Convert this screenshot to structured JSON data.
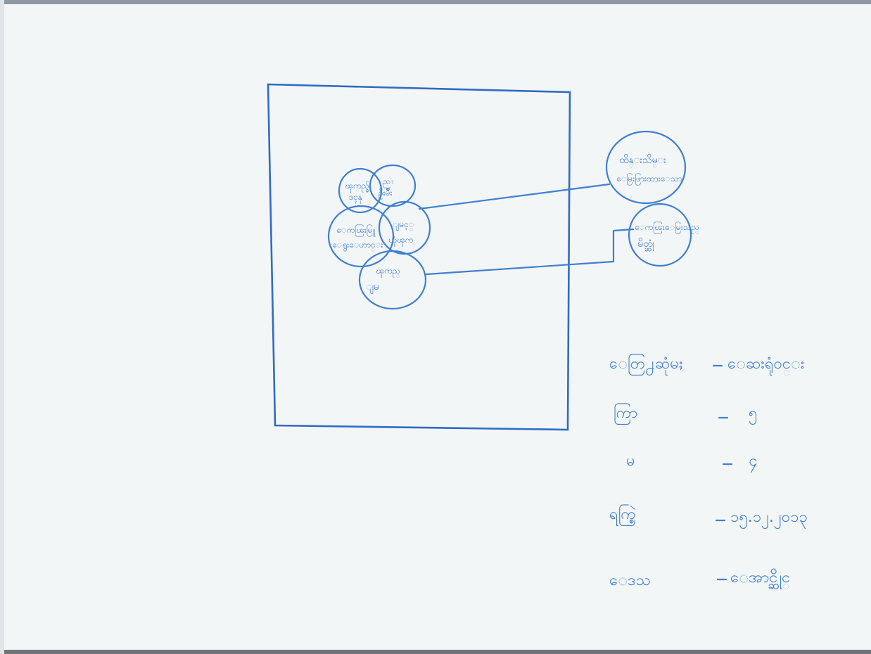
{
  "bubbles": {
    "top_left": [
      "ၾကည္ခ်",
      "ဒၚနု"
    ],
    "top_right": [
      "ညၫ",
      "ဦးမ်ိဳး"
    ],
    "mid_left": [
      "ေကၽြးမြူ",
      "ေရွးေဟာင္း"
    ],
    "mid_right": [
      "ျမင့္",
      "ယုံၾက"
    ],
    "bottom": [
      "ၾကည္",
      "ျမ"
    ],
    "right_top": [
      "ထိန္းသိမ္း",
      "ေမြးဖြားထားေသာ"
    ],
    "right_bottom": [
      "ေကၽြးေမြးသည္",
      "မိတ္ဆုံ"
    ]
  },
  "notes": [
    {
      "key": "ေတြ႕ဆုံမႈ",
      "value": "ေဆးရုံဝင္း"
    },
    {
      "key": "ကြာ",
      "value": "၅"
    },
    {
      "key": "မ",
      "value": "၄"
    },
    {
      "key": "ရက္စြဲ",
      "value": "၁၅.၁၂.၂၀၁၃"
    },
    {
      "key": "ေဒသ",
      "value": "ေအာင္ဆိုင္"
    }
  ],
  "colors": {
    "ink": "#3f7fd0",
    "paper": "#f3f6f7"
  }
}
